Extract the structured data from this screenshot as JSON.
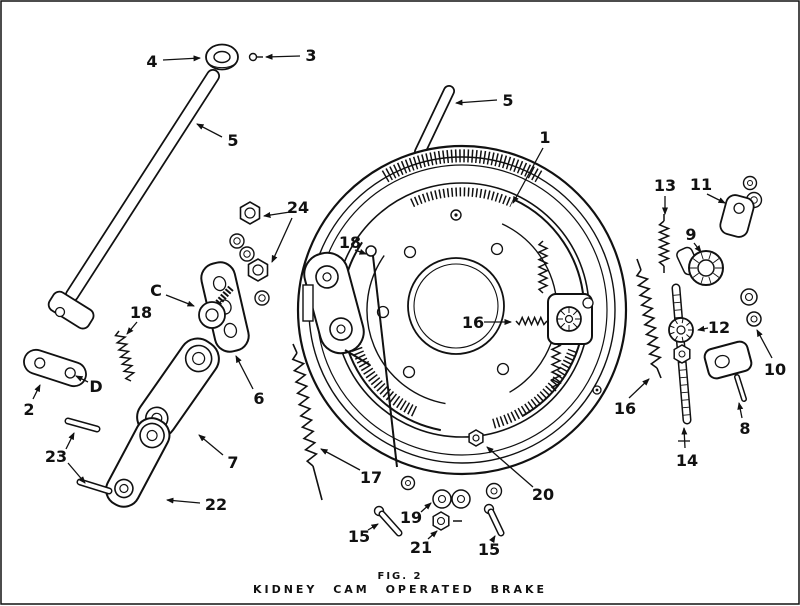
{
  "figure": {
    "fig_label": "FIG. 2",
    "title": "KIDNEY CAM OPERATED BRAKE"
  },
  "callouts": {
    "n1": "1",
    "n2": "2",
    "n3": "3",
    "n4": "4",
    "n5a": "5",
    "n5b": "5",
    "n6": "6",
    "n7": "7",
    "n8": "8",
    "n9": "9",
    "n10": "10",
    "n11": "11",
    "n12": "12",
    "n13": "13",
    "n14": "14",
    "n15a": "15",
    "n15b": "15",
    "n16a": "16",
    "n16b": "16",
    "n17": "17",
    "n18a": "18",
    "n18b": "18",
    "n19": "19",
    "n20": "20",
    "n21": "21",
    "n22": "22",
    "n23": "23",
    "n24": "24",
    "cC": "C",
    "cD": "D"
  }
}
